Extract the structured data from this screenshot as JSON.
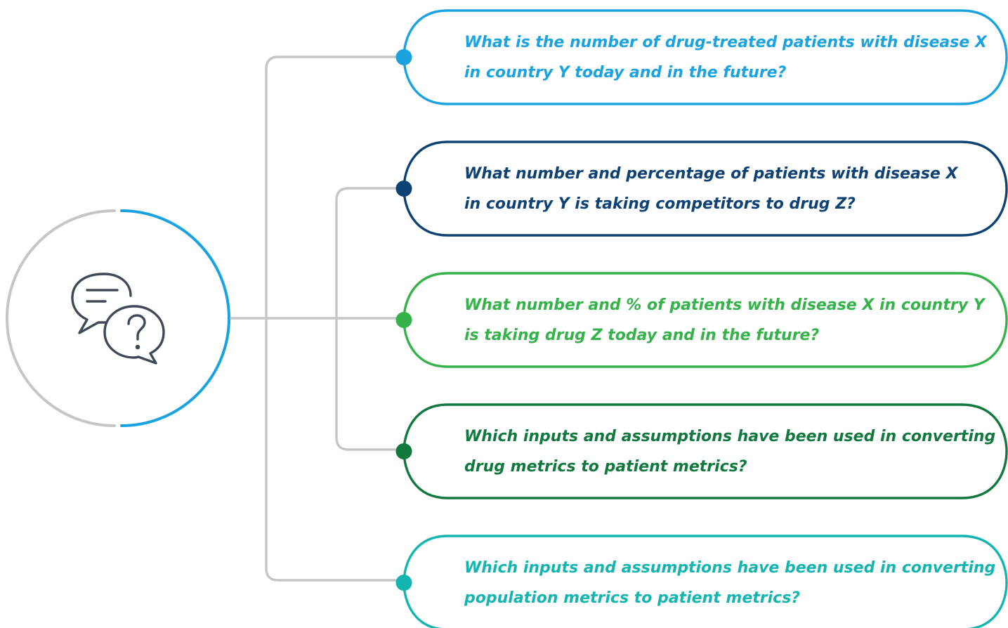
{
  "hub": {
    "icon": "chat-bubbles-question-icon",
    "ring_color_left": "#c4c6c8",
    "ring_color_right": "#1aa3df",
    "icon_color": "#3e4a56"
  },
  "connector_color": "#c4c6c8",
  "questions": [
    {
      "line1": "What is the number of drug-treated patients with disease X",
      "line2": "in country Y today and in the future?",
      "color": "#1aa3df"
    },
    {
      "line1": "What number and percentage of patients with disease X",
      "line2": "in country Y is taking competitors to drug Z?",
      "color": "#0e4274"
    },
    {
      "line1": "What number and % of patients with disease X in country Y",
      "line2": "is taking drug Z today and in the future?",
      "color": "#35b24a"
    },
    {
      "line1": "Which inputs and assumptions have been used in converting",
      "line2": "drug metrics to patient metrics?",
      "color": "#11783e"
    },
    {
      "line1": "Which inputs and assumptions have been used in converting",
      "line2": "population metrics to patient metrics?",
      "color": "#14b5b0"
    }
  ]
}
